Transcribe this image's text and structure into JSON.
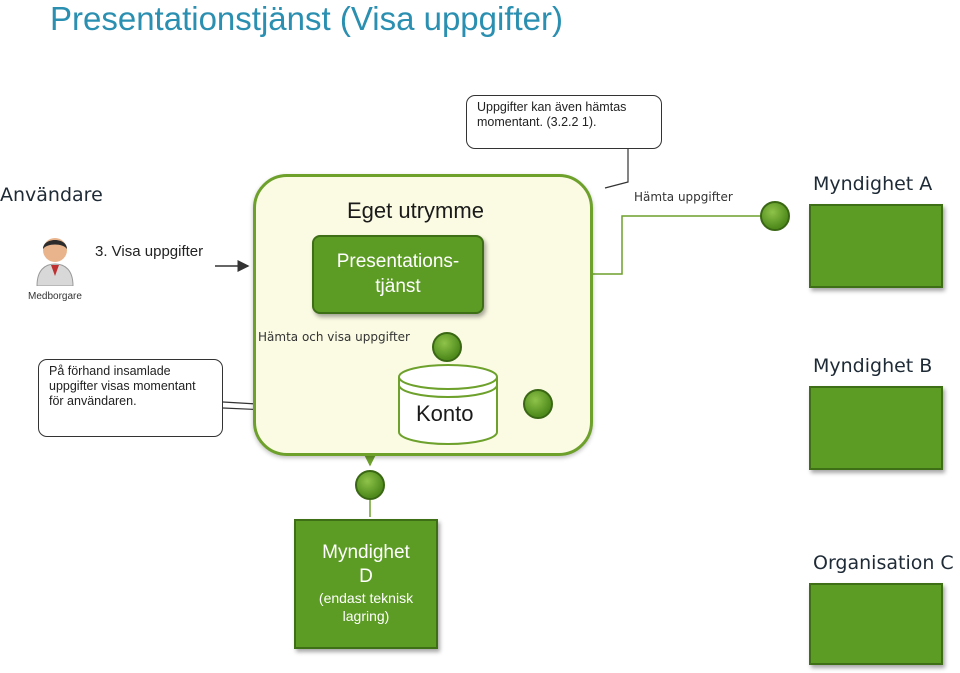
{
  "title": "Presentationstjänst (Visa uppgifter)",
  "user": {
    "heading": "Användare",
    "icon": "person-icon",
    "icon_caption": "Medborgare",
    "action": "3. Visa uppgifter"
  },
  "callouts": {
    "top": "Uppgifter kan även hämtas momentant. (3.2.2 1).",
    "left": "På förhand insamlade uppgifter visas momentant för användaren."
  },
  "space": {
    "title": "Eget utrymme",
    "service": "Presentations-\ntjänst",
    "db": "Konto"
  },
  "flows": {
    "fetch": "Hämta uppgifter",
    "fetch_show": "Hämta och visa uppgifter"
  },
  "agencies": [
    {
      "name": "Myndighet A"
    },
    {
      "name": "Myndighet B"
    },
    {
      "name": "Organisation C"
    }
  ],
  "agency_d": {
    "name": "Myndighet\nD",
    "note": "(endast teknisk\nlagring)"
  },
  "colors": {
    "title": "#2a8fb0",
    "green_box": "#5c9c24",
    "space_border": "#6da12c",
    "space_fill": "#fbfbe4"
  }
}
